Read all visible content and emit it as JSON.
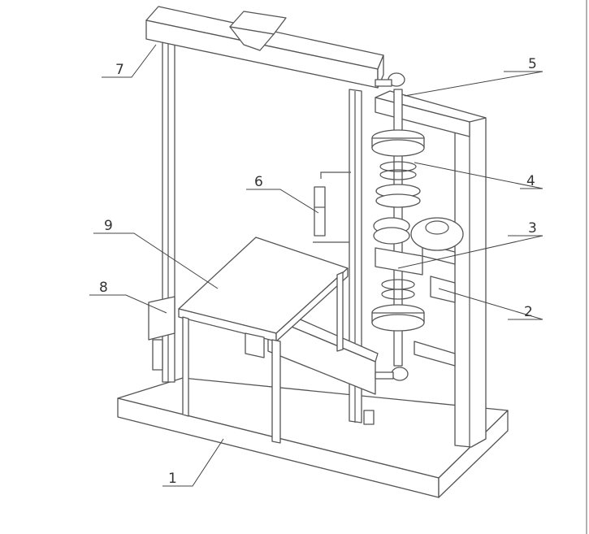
{
  "figure": {
    "labels": [
      {
        "id": "label-1",
        "text": "1"
      },
      {
        "id": "label-2",
        "text": "2"
      },
      {
        "id": "label-3",
        "text": "3"
      },
      {
        "id": "label-4",
        "text": "4"
      },
      {
        "id": "label-5",
        "text": "5"
      },
      {
        "id": "label-6",
        "text": "6"
      },
      {
        "id": "label-7",
        "text": "7"
      },
      {
        "id": "label-8",
        "text": "8"
      },
      {
        "id": "label-9",
        "text": "9"
      }
    ],
    "colors": {
      "line": "#555555",
      "background": "#ffffff"
    }
  }
}
